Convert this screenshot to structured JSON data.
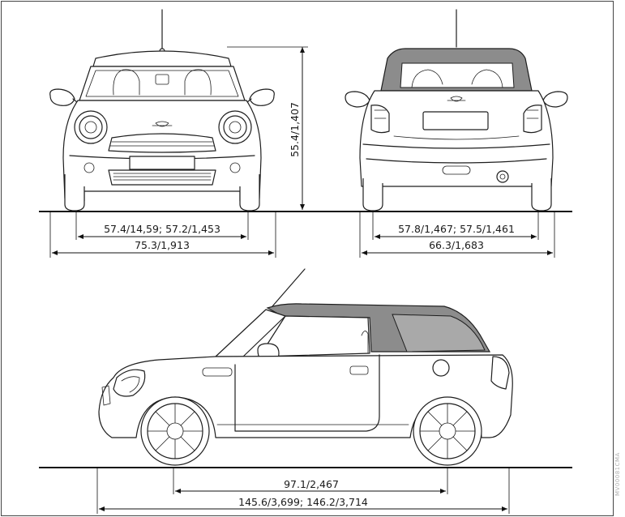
{
  "colors": {
    "line": "#1e1e1e",
    "roof_gray": "#8c8c8c",
    "rear_window_gray": "#a9a9a9",
    "side_code": "#b0b0b0"
  },
  "views": {
    "front": {
      "height_dim": "55.4/1,407",
      "track_dim": "57.4/14,59; 57.2/1,453",
      "width_dim": "75.3/1,913"
    },
    "rear": {
      "track_dim": "57.8/1,467; 57.5/1,461",
      "width_dim": "66.3/1,683"
    },
    "side": {
      "wheelbase_dim": "97.1/2,467",
      "length_dim": "145.6/3,699; 146.2/3,714"
    }
  },
  "side_code": "MV00081CMA"
}
